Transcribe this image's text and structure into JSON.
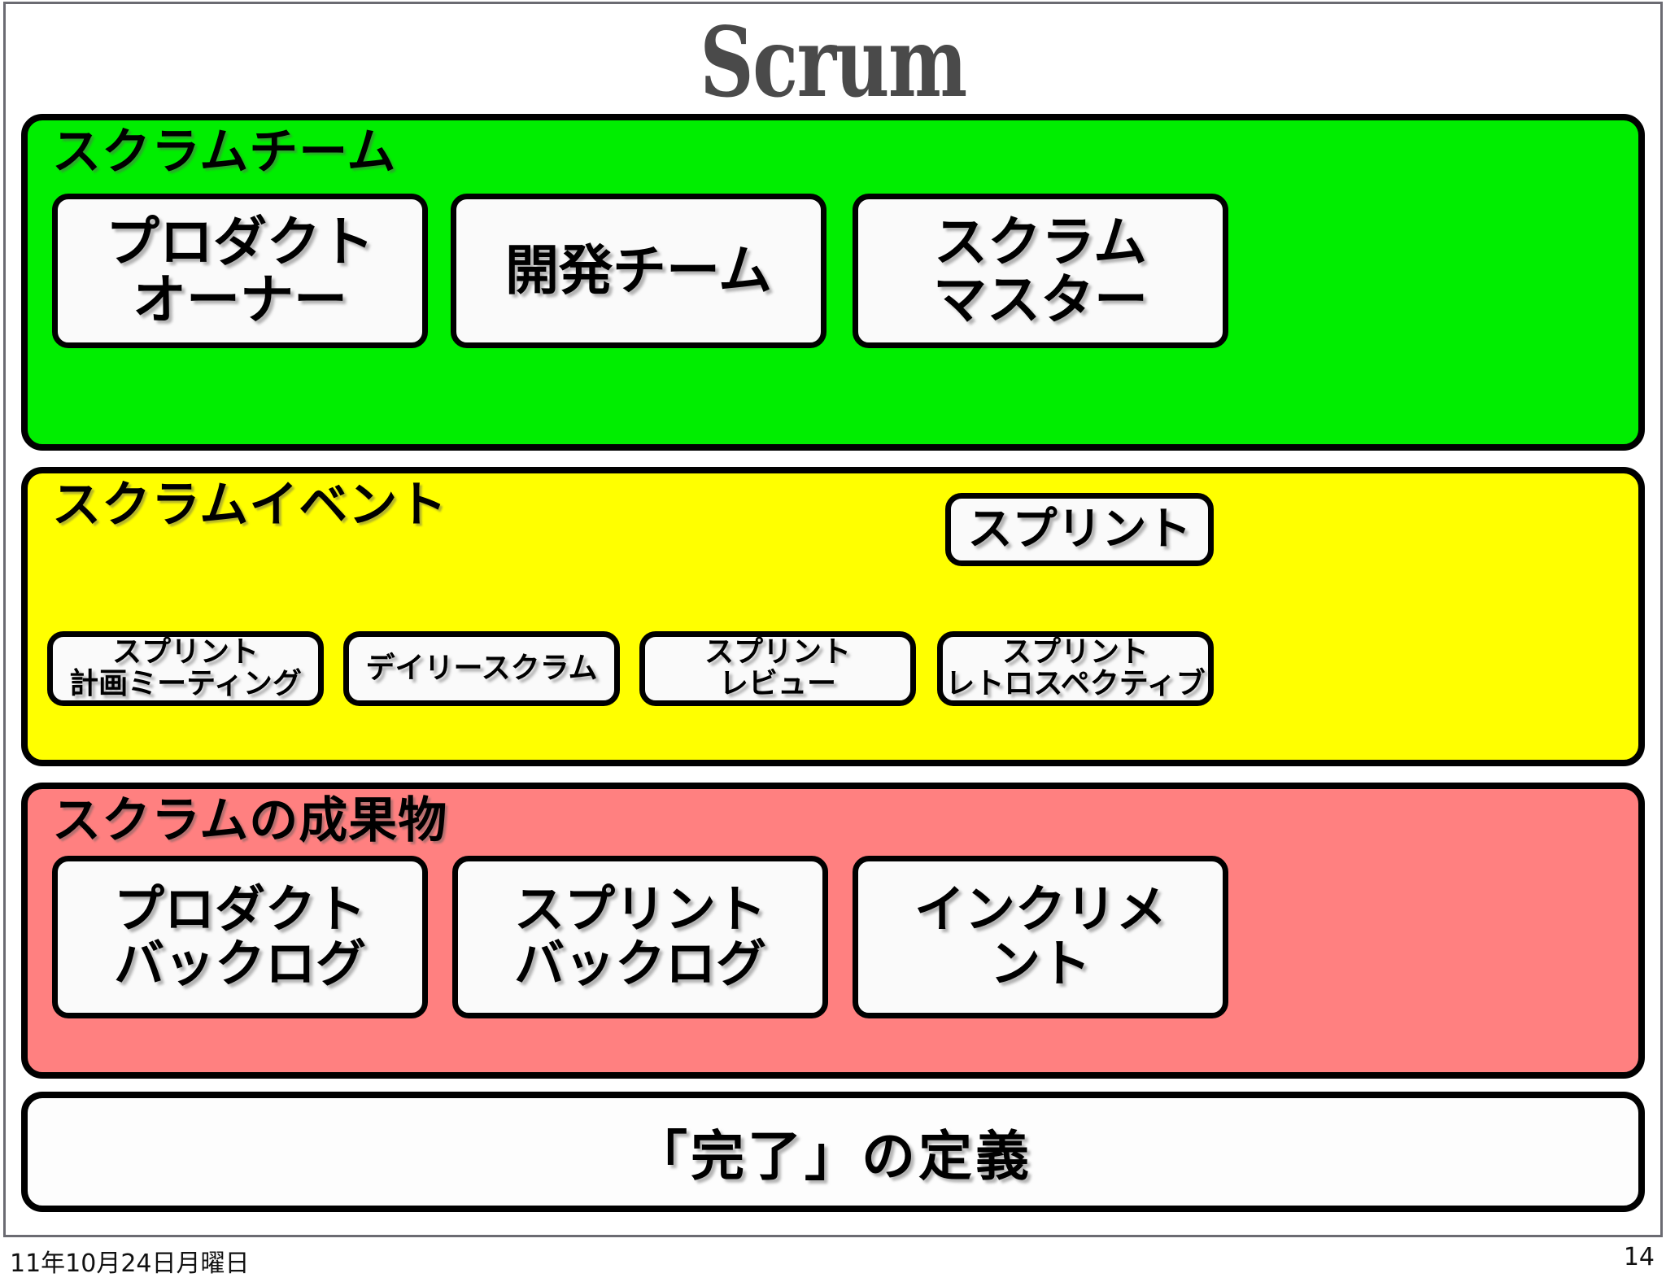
{
  "slide": {
    "title": "Scrum",
    "page_number": "14",
    "date": "11年10月24日月曜日",
    "colors": {
      "team_band": "#00ee00",
      "events_band": "#ffff00",
      "artifacts_band": "#ff8080",
      "dod_band": "#fdfdfd",
      "title_text": "#4a4a4a",
      "card_fill": "#fafafa",
      "outline": "#000000"
    }
  },
  "sections": {
    "team": {
      "label": "スクラムチーム",
      "cards": [
        {
          "text": "プロダクト\nオーナー"
        },
        {
          "text": "開発チーム"
        },
        {
          "text": "スクラム\nマスター"
        }
      ]
    },
    "events": {
      "label": "スクラムイベント",
      "sprint_card": {
        "text": "スプリント"
      },
      "cards": [
        {
          "text": "スプリント\n計画ミーティング"
        },
        {
          "text": "デイリースクラム"
        },
        {
          "text": "スプリント\nレビュー"
        },
        {
          "text": "スプリント\nレトロスペクティブ"
        }
      ]
    },
    "artifacts": {
      "label": "スクラムの成果物",
      "cards": [
        {
          "text": "プロダクト\nバックログ"
        },
        {
          "text": "スプリント\nバックログ"
        },
        {
          "text": "インクリメ\nント"
        }
      ]
    },
    "definition_of_done": {
      "text": "「完了」の定義"
    }
  }
}
